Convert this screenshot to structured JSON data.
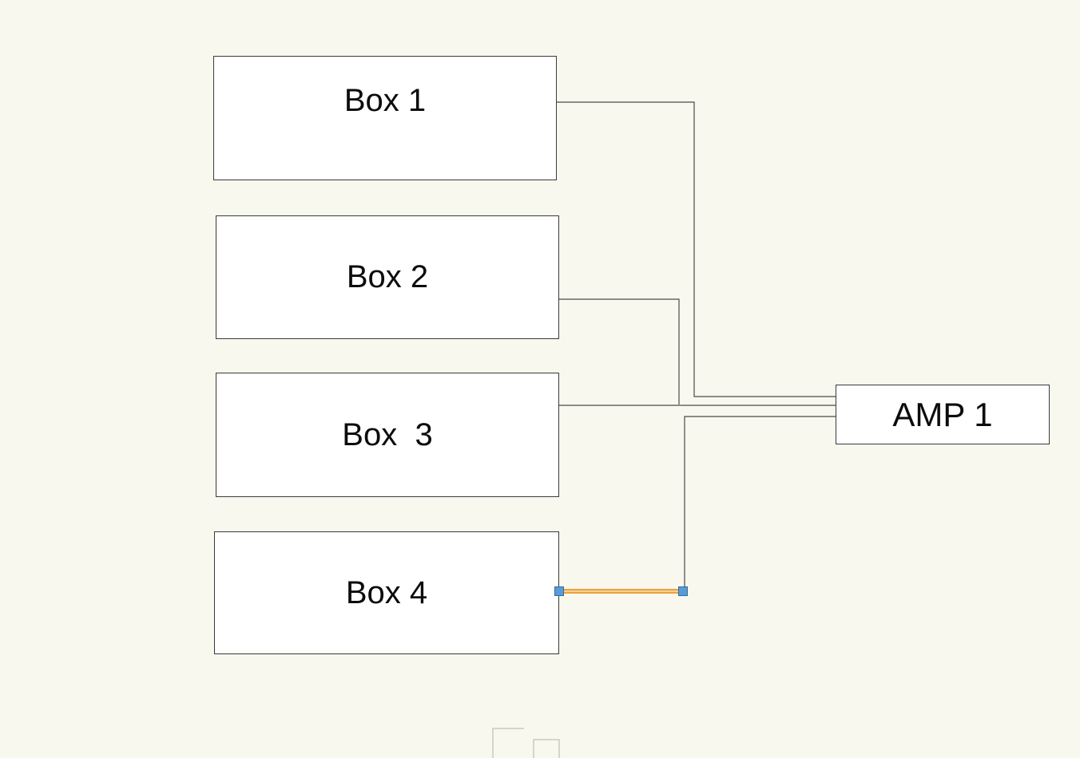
{
  "diagram": {
    "nodes": [
      {
        "id": "box1",
        "label": "Box 1"
      },
      {
        "id": "box2",
        "label": "Box 2"
      },
      {
        "id": "box3",
        "label": "Box  3"
      },
      {
        "id": "box4",
        "label": "Box 4"
      },
      {
        "id": "amp1",
        "label": "AMP 1"
      }
    ],
    "connectors": [
      {
        "id": "box1-to-amp1",
        "from": "box1",
        "to": "amp1",
        "state": "normal"
      },
      {
        "id": "box2-to-amp1",
        "from": "box2",
        "to": "amp1",
        "state": "normal"
      },
      {
        "id": "box3-to-amp1",
        "from": "box3",
        "to": "amp1",
        "state": "normal"
      },
      {
        "id": "box4-to-amp1",
        "from": "box4",
        "to": "amp1",
        "state": "selected"
      }
    ]
  },
  "colors": {
    "canvas-bg": "#f8f8ef",
    "node-fill": "#ffffff",
    "node-border": "#3a3a3a",
    "wire": "#4a4a4a",
    "selected-wire": "#e8a23c",
    "selected-wire-fill": "#f6cf97",
    "handle-fill": "#5b9bd5",
    "handle-border": "#2e6da4",
    "ghost": "#c9c9c3"
  }
}
